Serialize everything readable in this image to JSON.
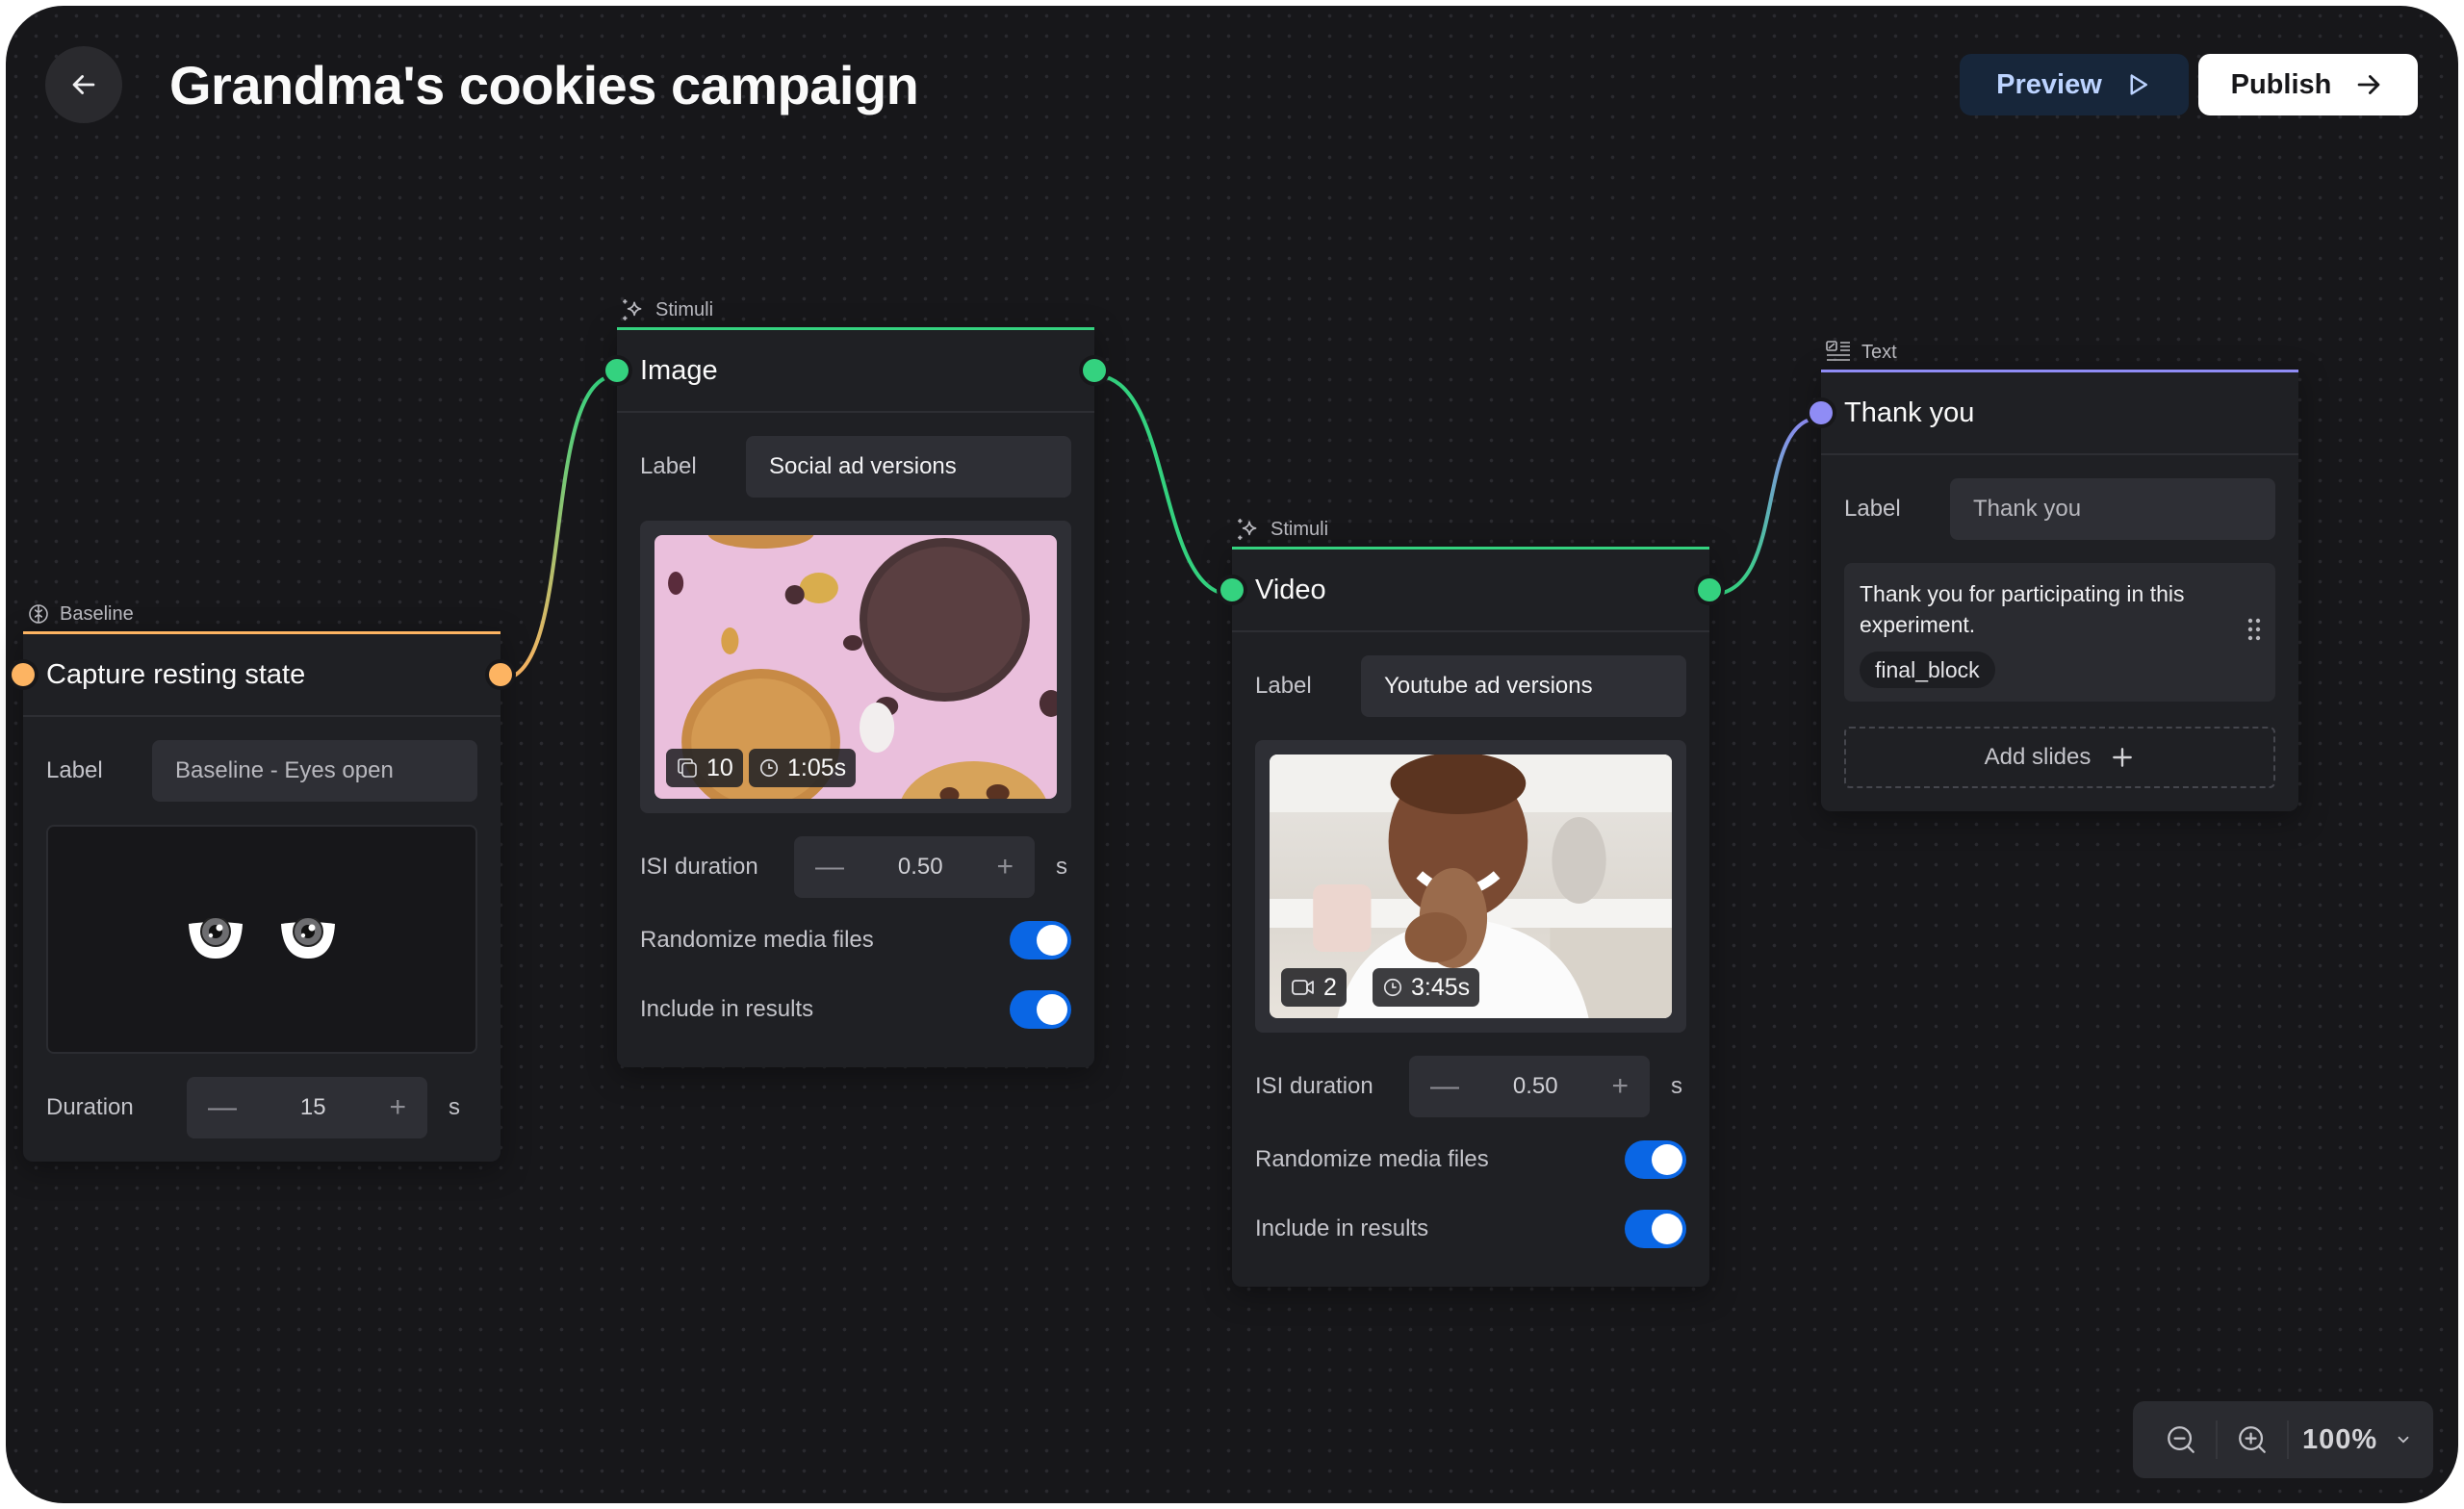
{
  "header": {
    "title": "Grandma's cookies campaign",
    "back_icon": "arrow-left-icon",
    "preview_label": "Preview",
    "preview_icon": "play-icon",
    "publish_label": "Publish",
    "publish_icon": "arrow-right-icon"
  },
  "colors": {
    "baseline_accent": "#fdb462",
    "stimuli_accent": "#34d27f",
    "text_accent": "#8f8cf5",
    "toggle_on": "#0a66e4",
    "canvas_bg": "#17171a",
    "node_bg": "#1f2024"
  },
  "nodes": {
    "baseline": {
      "category": "Baseline",
      "category_icon": "brain-icon",
      "title": "Capture resting state",
      "label_caption": "Label",
      "label_value": "Baseline - Eyes open",
      "preview": "eyes-open-illustration",
      "duration_caption": "Duration",
      "duration_value": "15",
      "duration_unit": "s"
    },
    "image": {
      "category": "Stimuli",
      "category_icon": "sparkle-icon",
      "title": "Image",
      "label_caption": "Label",
      "label_value": "Social ad versions",
      "media_count": "10",
      "media_duration": "1:05s",
      "isi_caption": "ISI duration",
      "isi_value": "0.50",
      "isi_unit": "s",
      "randomize_caption": "Randomize media files",
      "randomize_on": true,
      "include_caption": "Include in results",
      "include_on": true
    },
    "video": {
      "category": "Stimuli",
      "category_icon": "sparkle-icon",
      "title": "Video",
      "label_caption": "Label",
      "label_value": "Youtube ad versions",
      "media_count": "2",
      "media_duration": "3:45s",
      "isi_caption": "ISI duration",
      "isi_value": "0.50",
      "isi_unit": "s",
      "randomize_caption": "Randomize media files",
      "randomize_on": true,
      "include_caption": "Include in results",
      "include_on": true
    },
    "text": {
      "category": "Text",
      "category_icon": "text-layout-icon",
      "title": "Thank you",
      "label_caption": "Label",
      "label_placeholder": "Thank you",
      "slide_text": "Thank you for participating in this experiment.",
      "slide_tag": "final_block",
      "add_slides_label": "Add slides"
    }
  },
  "zoom_control": {
    "zoom_out_icon": "zoom-out-icon",
    "zoom_in_icon": "zoom-in-icon",
    "value": "100%",
    "caret_icon": "chevron-down-icon"
  }
}
